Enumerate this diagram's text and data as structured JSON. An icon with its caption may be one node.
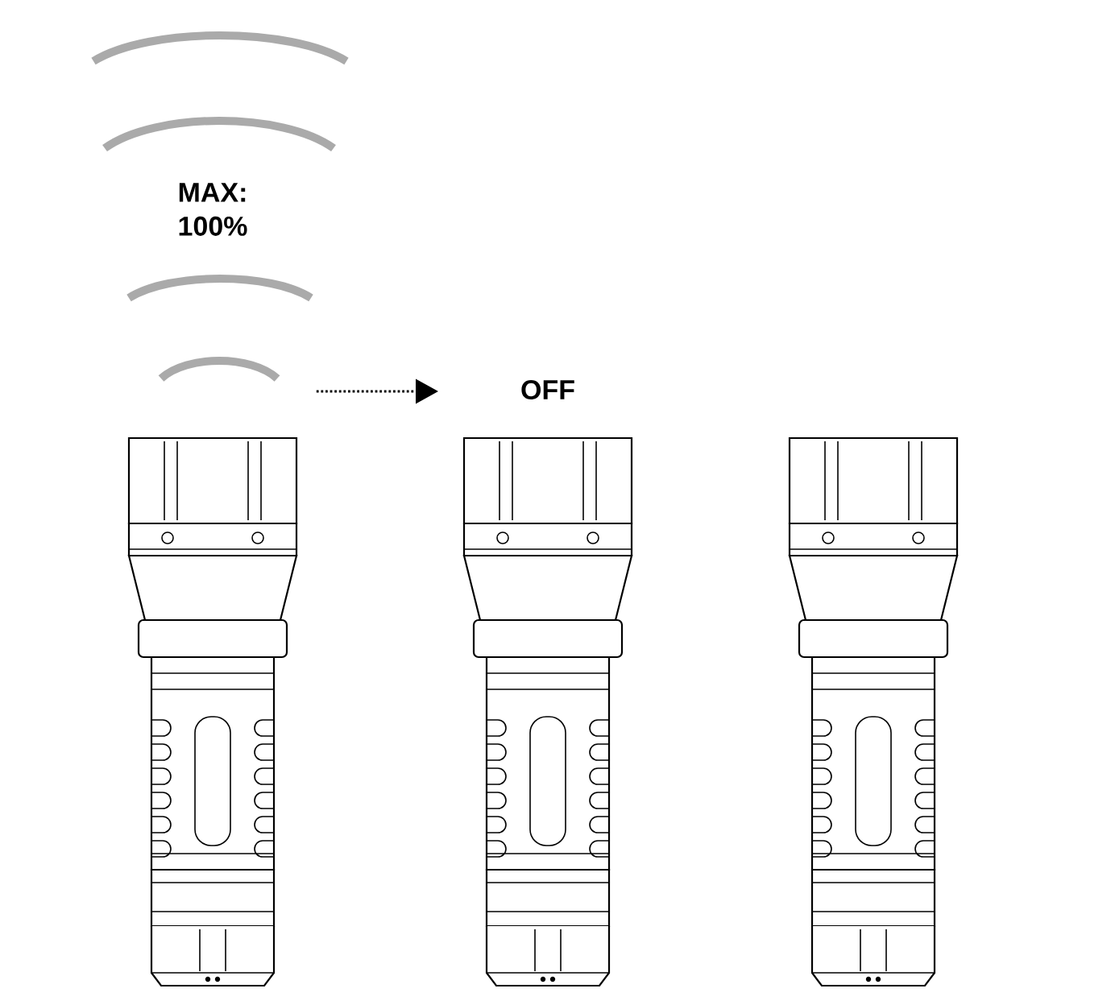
{
  "diagram": {
    "nodes": [
      {
        "text": [],
        "shape": "picture"
      },
      {
        "text": [],
        "shape": "picture",
        "beside": [
          "OFF"
        ]
      },
      {
        "text": [],
        "shape": "picture"
      }
    ],
    "edges": [
      {
        "from": 0,
        "to": 1,
        "arrow": "to",
        "style": "dashed"
      }
    ],
    "labels": [
      "MAX: 100%"
    ]
  }
}
